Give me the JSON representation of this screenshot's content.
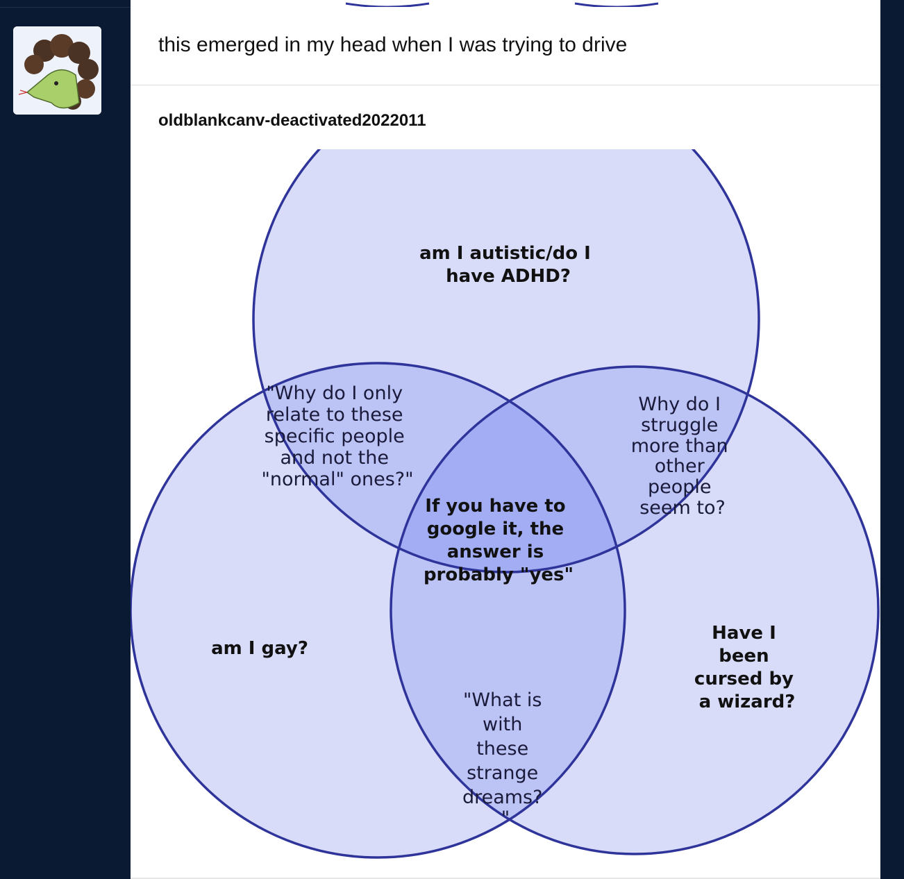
{
  "post": {
    "title": "this emerged in my head when I was trying to drive",
    "reblog_username": "oldblankcanv-deactivated2022011"
  },
  "avatar": {
    "icon": "snake-character-avatar"
  },
  "venn": {
    "top_circle": [
      "am I autistic/do I",
      "have ADHD?"
    ],
    "left_circle": [
      "am I gay?"
    ],
    "right_circle": [
      "Have I",
      "been",
      "cursed by",
      "a wizard?"
    ],
    "top_left_overlap": [
      "\"Why do I only",
      "relate to these",
      "specific people",
      "and not the",
      "\"normal\" ones?\""
    ],
    "top_right_overlap": [
      "Why do I",
      "struggle",
      "more than",
      "other",
      "people",
      "seem to?"
    ],
    "bottom_overlap": [
      "\"What is",
      "with",
      "these",
      "strange",
      "dreams?",
      "\""
    ],
    "center": [
      "If you have to",
      "google it, the",
      "answer is",
      "probably \"yes\""
    ],
    "colors": {
      "circle_fill": "#d9dcf8",
      "double_overlap": "#bcc3f5",
      "center_overlap": "#a3adf3",
      "stroke": "#2e349a"
    }
  }
}
